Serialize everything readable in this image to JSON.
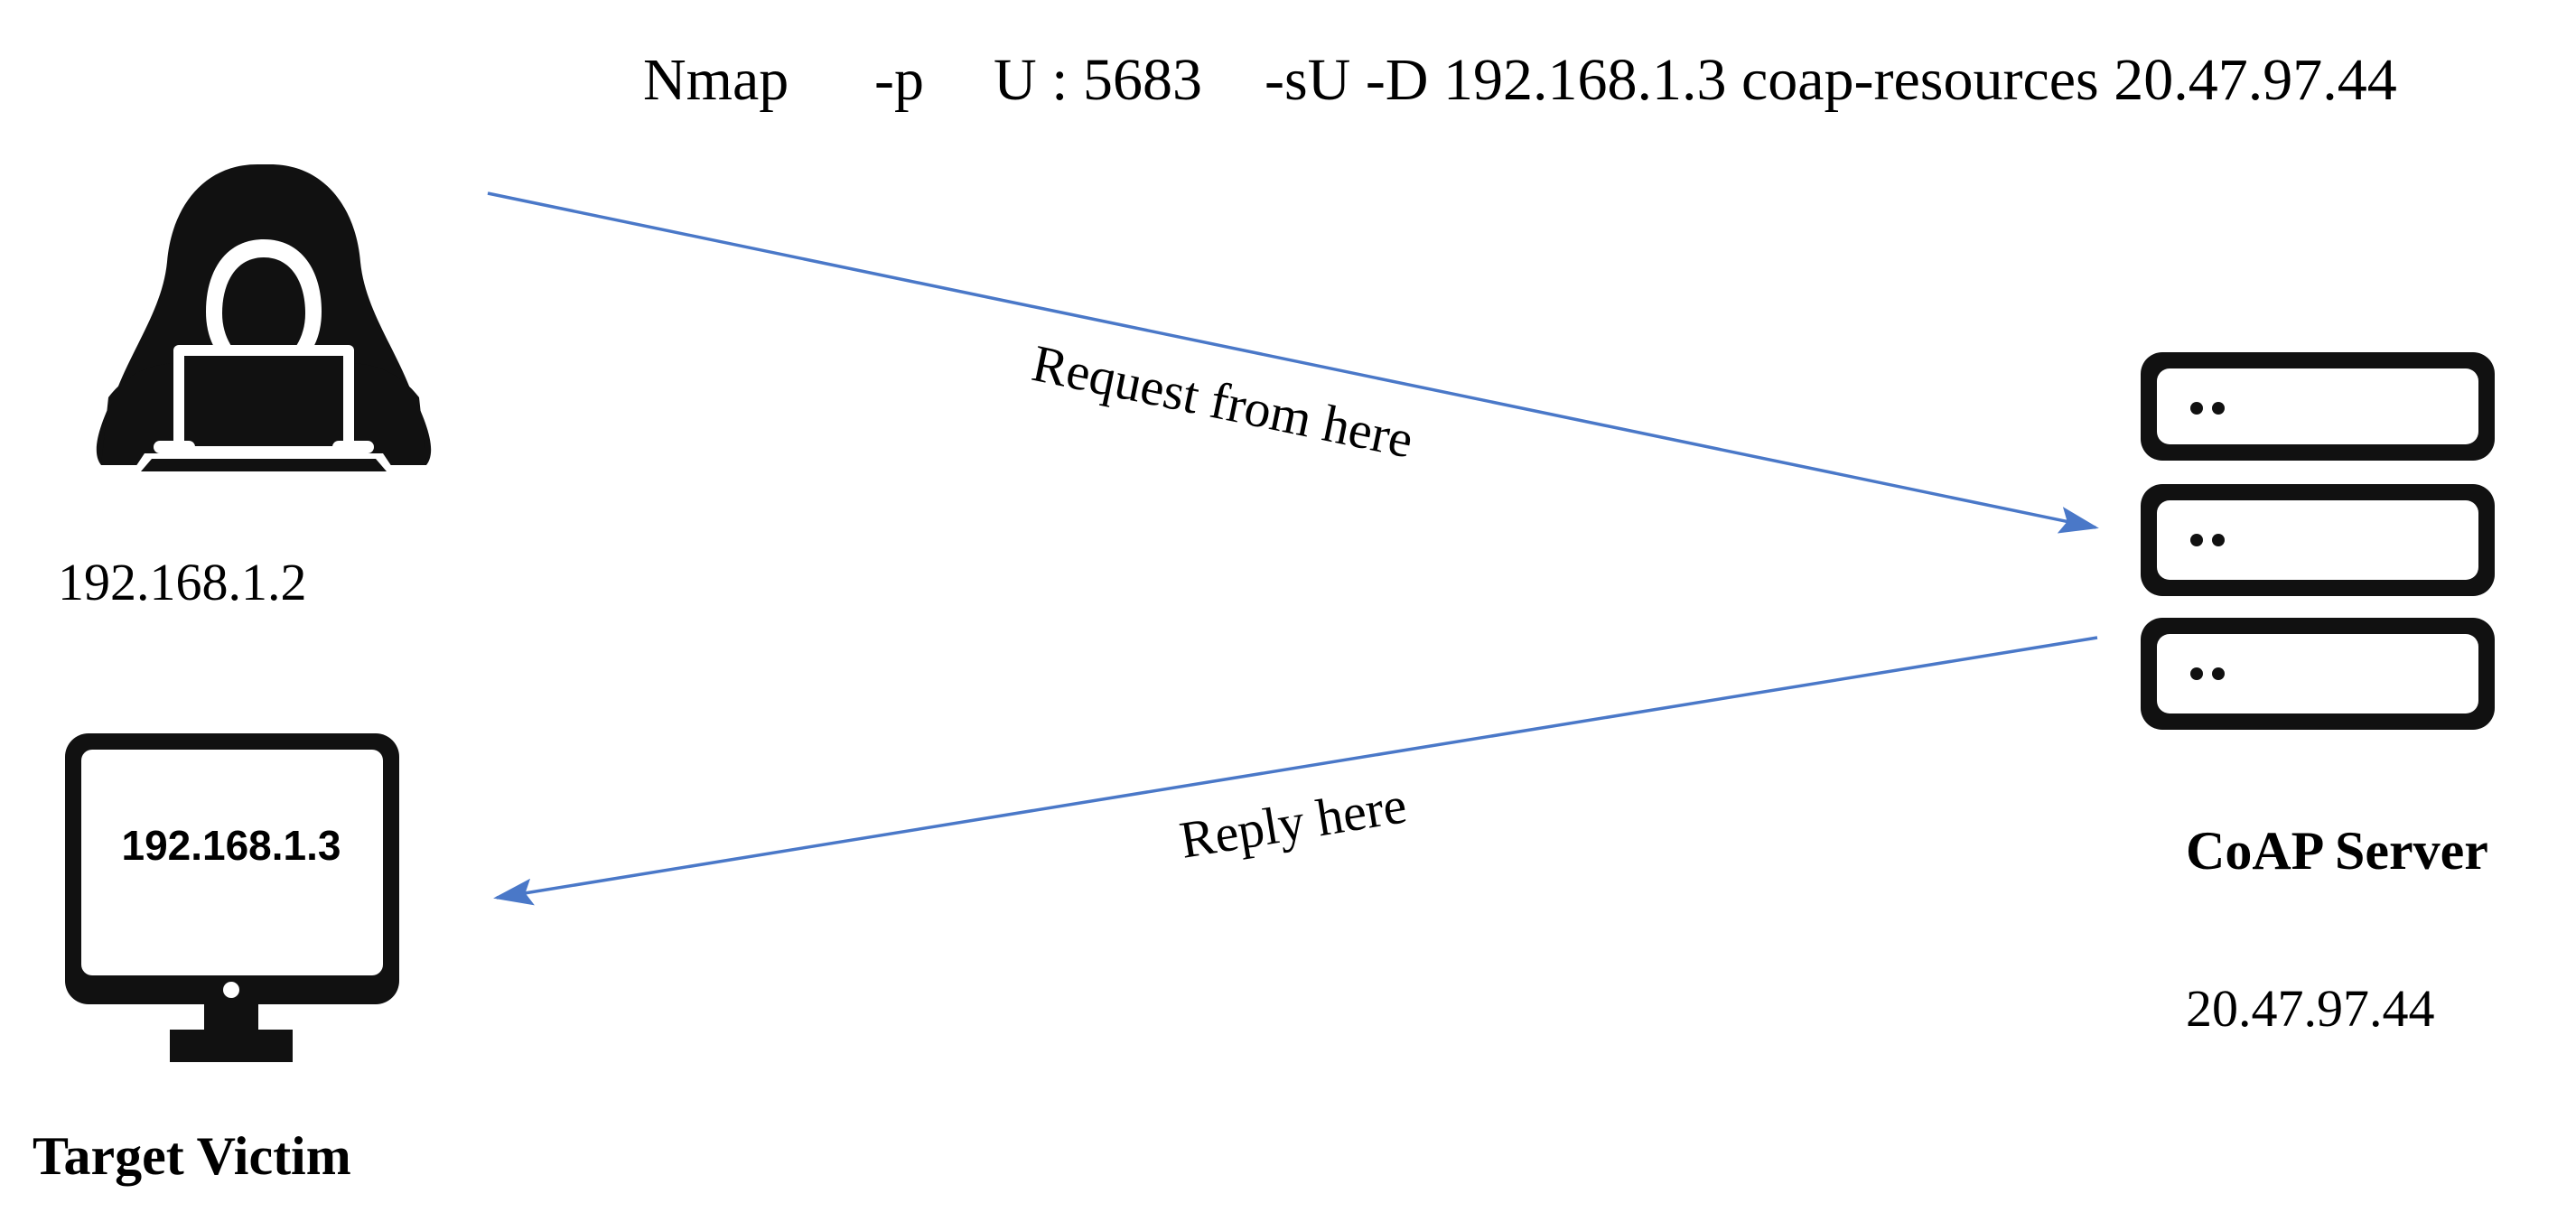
{
  "command": {
    "parts": [
      "Nmap",
      "-p",
      "U : 5683",
      "-sU -D 192.168.1.3 coap-resources 20.47.97.44"
    ]
  },
  "attacker": {
    "icon": "hacker-icon",
    "ip": "192.168.1.2"
  },
  "victim": {
    "icon": "monitor-icon",
    "screen_ip": "192.168.1.3",
    "label": "Target Victim"
  },
  "server": {
    "icon": "server-rack-icon",
    "label": "CoAP Server",
    "ip": "20.47.97.44"
  },
  "edges": {
    "request": {
      "label": "Request from here"
    },
    "reply": {
      "label": "Reply here"
    }
  },
  "colors": {
    "arrow": "#4a78c8",
    "ink": "#111111",
    "background": "#ffffff"
  }
}
